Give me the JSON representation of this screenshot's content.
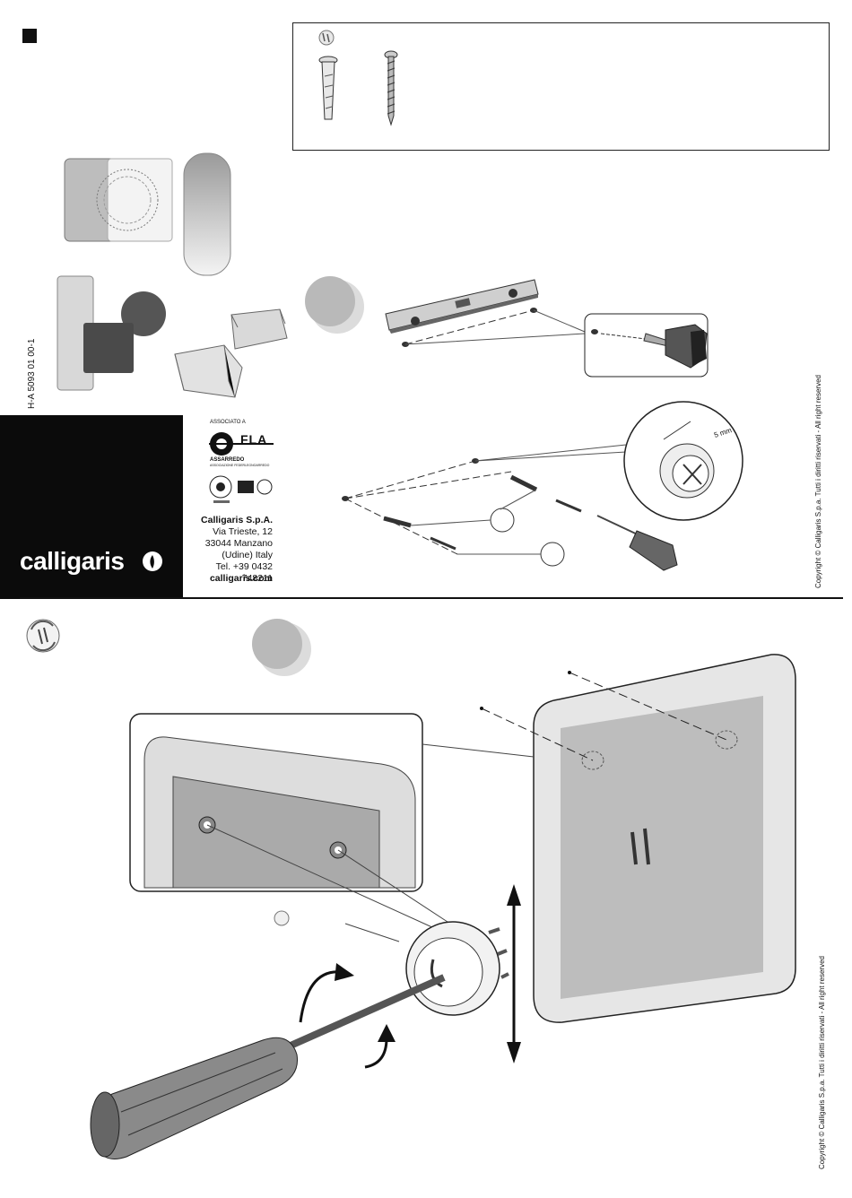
{
  "doc_code": "H-A 5093 01 00-1",
  "brand": {
    "name": "calligaris"
  },
  "association": {
    "top_label": "ASSOCIATO A",
    "logo_text": "FLA",
    "sub_label": "ASSARREDO",
    "sub_caption": "ASSOCIAZIONE FEDERLEGNOARREDO"
  },
  "company": {
    "name": "Calligaris S.p.A.",
    "street": "Via Trieste, 12",
    "city": "33044 Manzano",
    "region": "(Udine) Italy",
    "phone": "Tel. +39 0432 748211",
    "web": "calligaris.com"
  },
  "dimension_label": "5 mm",
  "copyright": "Copyright © Calligaris S.p.a.  Tutti i diritti riservati - All right reserved",
  "colors": {
    "black": "#0b0b0b",
    "step_circle": "#b9b9b9",
    "step_shadow": "#dcdcdc",
    "panel": "#bdbdbd",
    "frame": "#e6e6e6"
  }
}
